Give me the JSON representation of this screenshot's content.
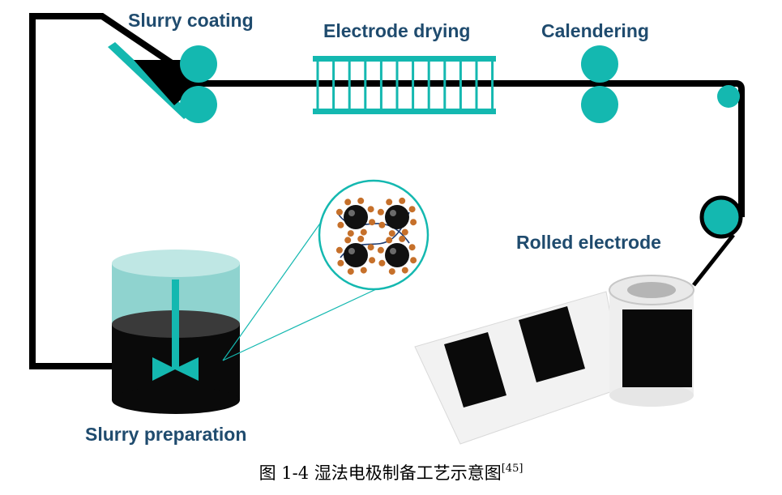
{
  "stages": {
    "coating": "Slurry coating",
    "drying": "Electrode drying",
    "calendering": "Calendering",
    "rolled": "Rolled electrode",
    "preparation": "Slurry preparation"
  },
  "caption": {
    "text": "图 1-4 湿法电极制备工艺示意图",
    "ref": "[45]"
  },
  "colors": {
    "teal": "#14b8b0",
    "label": "#1f4b6e",
    "line": "#000000",
    "tank_top": "#9fdad6",
    "particle": "#111111",
    "binder": "#c6702a",
    "binder_line": "#1c3a70"
  }
}
